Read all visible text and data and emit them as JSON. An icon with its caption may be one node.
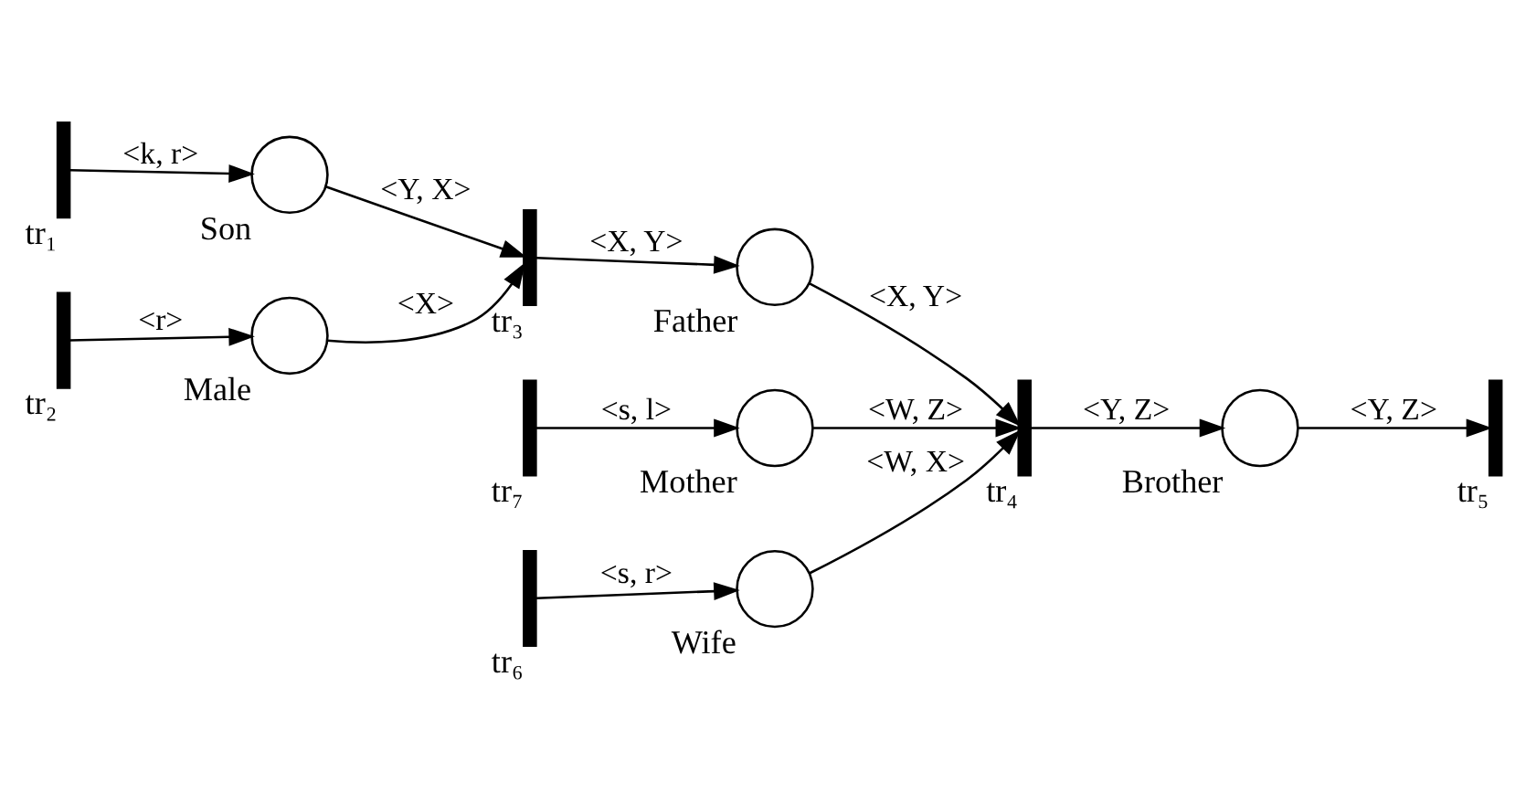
{
  "diagram": {
    "nodes": [
      {
        "text": [],
        "shape": "bar",
        "beside": [
          "tr₁"
        ]
      },
      {
        "text": [],
        "shape": "circle",
        "beside": [
          "Son"
        ]
      },
      {
        "text": [],
        "shape": "bar",
        "beside": [
          "tr₃"
        ]
      },
      {
        "text": [],
        "shape": "circle",
        "beside": [
          "Father"
        ]
      },
      {
        "text": [],
        "shape": "bar",
        "beside": [
          "tr₂"
        ]
      },
      {
        "text": [],
        "shape": "circle",
        "beside": [
          "Male"
        ]
      },
      {
        "text": [],
        "shape": "circle",
        "beside": [
          "Mother"
        ]
      },
      {
        "text": [],
        "shape": "bar",
        "beside": [
          "tr₄"
        ]
      },
      {
        "text": [],
        "shape": "circle",
        "beside": [
          "Brother"
        ]
      },
      {
        "text": [],
        "shape": "bar",
        "beside": [
          "tr₅"
        ]
      },
      {
        "text": [],
        "shape": "bar",
        "beside": [
          "tr₇"
        ]
      },
      {
        "text": [],
        "shape": "circle",
        "beside": [
          "Wife"
        ]
      },
      {
        "text": [],
        "shape": "bar",
        "beside": [
          "tr₆"
        ]
      }
    ],
    "edges": [
      {
        "from": 0,
        "to": 1,
        "arrow": "to",
        "label": "<k, r>"
      },
      {
        "from": 1,
        "to": 2,
        "arrow": "to",
        "label": "<Y, X>"
      },
      {
        "from": 4,
        "to": 5,
        "arrow": "to",
        "label": "<r>"
      },
      {
        "from": 5,
        "to": 2,
        "arrow": "to",
        "label": "<X>"
      },
      {
        "from": 2,
        "to": 3,
        "arrow": "to",
        "label": "<X, Y>"
      },
      {
        "from": 3,
        "to": 7,
        "arrow": "to",
        "label": "<X, Y>"
      },
      {
        "from": 10,
        "to": 6,
        "arrow": "to",
        "label": "<s, l>"
      },
      {
        "from": 6,
        "to": 7,
        "arrow": "to",
        "label": "<W, Z>"
      },
      {
        "from": 12,
        "to": 11,
        "arrow": "to",
        "label": "<s, r>"
      },
      {
        "from": 11,
        "to": 7,
        "arrow": "to",
        "label": "<W, X>"
      },
      {
        "from": 7,
        "to": 8,
        "arrow": "to",
        "label": "<Y, Z>"
      },
      {
        "from": 8,
        "to": 9,
        "arrow": "to",
        "label": "<Y, Z>"
      }
    ]
  }
}
